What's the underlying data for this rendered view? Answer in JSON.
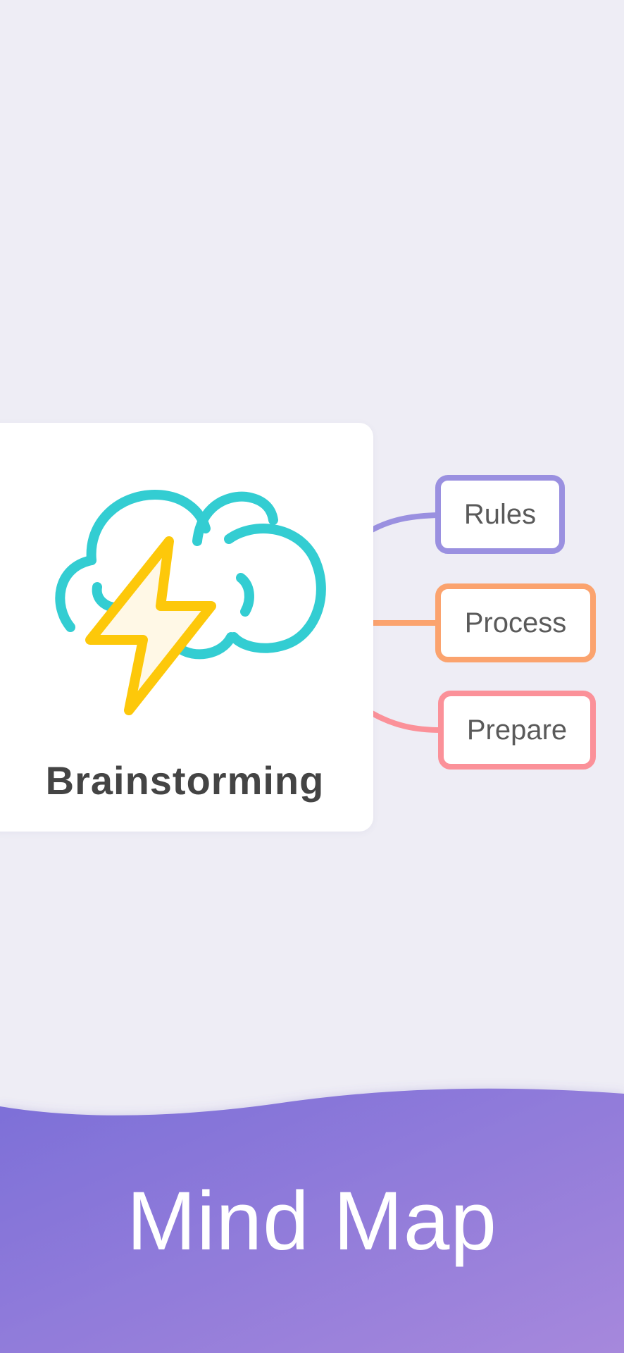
{
  "central": {
    "title": "Brainstorming",
    "icon": "storm-cloud-icon"
  },
  "branches": [
    {
      "label": "Rules",
      "color": "#9a90e0"
    },
    {
      "label": "Process",
      "color": "#fba36e"
    },
    {
      "label": "Prepare",
      "color": "#fb9199"
    }
  ],
  "footer": {
    "title": "Mind Map",
    "gradient_start": "#7c6fd8",
    "gradient_end": "#a688dc"
  },
  "colors": {
    "background": "#eeedf5",
    "cloud": "#33cdd2",
    "bolt": "#fdc80a",
    "bolt_fill": "#fff8e6",
    "card": "#ffffff",
    "text": "#444444"
  }
}
